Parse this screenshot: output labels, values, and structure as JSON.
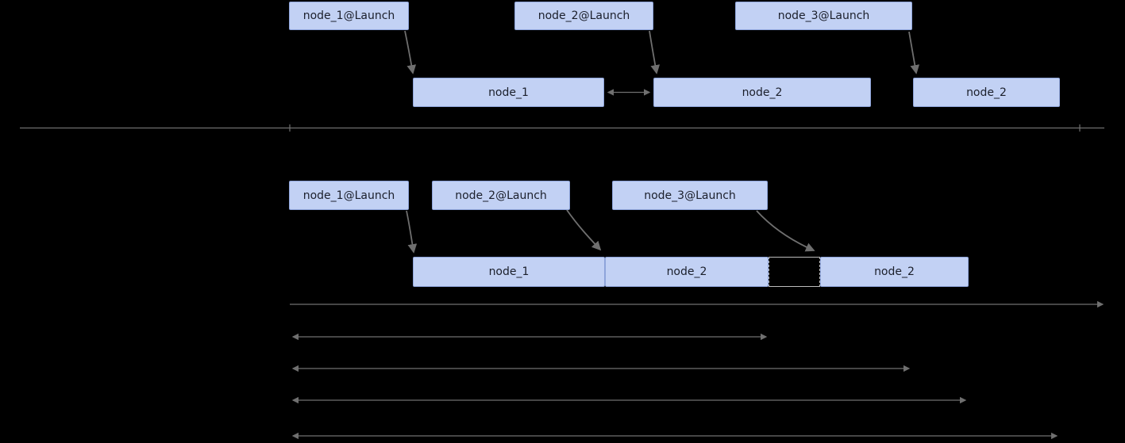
{
  "diagram": {
    "top_section": {
      "launch_boxes": [
        "node_1@Launch",
        "node_2@Launch",
        "node_3@Launch"
      ],
      "node_boxes": [
        "node_1",
        "node_2",
        "node_2"
      ]
    },
    "bottom_section": {
      "launch_boxes": [
        "node_1@Launch",
        "node_2@Launch",
        "node_3@Launch"
      ],
      "node_boxes": [
        "node_1",
        "node_2",
        "node_2"
      ]
    }
  },
  "colors": {
    "background": "#000000",
    "node_fill": "#c2d1f4",
    "node_border": "#8ea4da",
    "node_text": "#1b1f2b",
    "arrow": "#6f6f6f",
    "dashed": "#bdbdbd"
  }
}
